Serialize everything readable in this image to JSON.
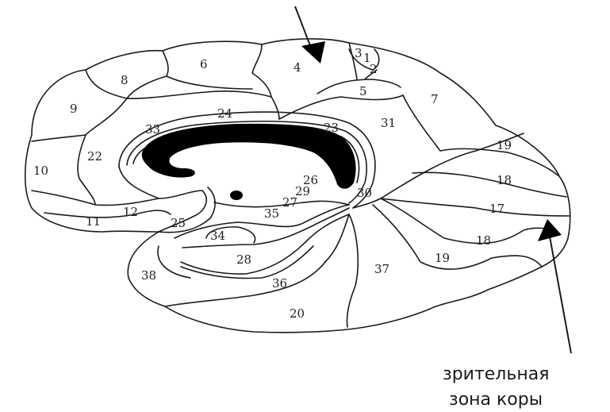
{
  "colors": {
    "line": "#1a1a1a",
    "fill": "#ffffff",
    "corpus_callosum": "#000000"
  },
  "top_caption_cut": "",
  "caption": {
    "line1": "зрительная",
    "line2": "зона коры"
  },
  "areas": [
    "3",
    "1",
    "2",
    "4",
    "5",
    "6",
    "7",
    "8",
    "9",
    "10",
    "11",
    "12",
    "17",
    "18",
    "18",
    "19",
    "19",
    "20",
    "22",
    "23",
    "24",
    "25",
    "26",
    "27",
    "28",
    "29",
    "30",
    "31",
    "33",
    "34",
    "35",
    "36",
    "37",
    "38"
  ]
}
